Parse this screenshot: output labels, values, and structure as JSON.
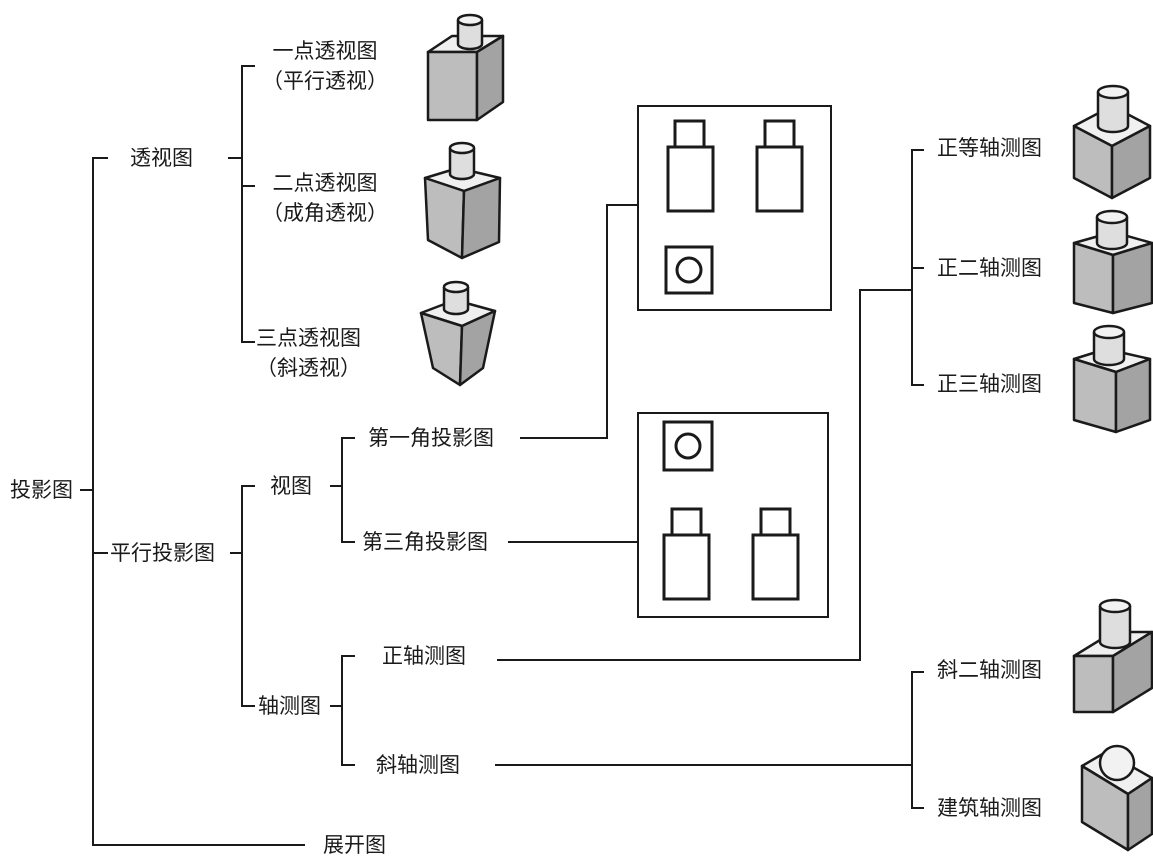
{
  "root": {
    "label": "投影图"
  },
  "perspective": {
    "label": "透视图",
    "items": [
      {
        "line1": "一点透视图",
        "line2": "（平行透视）"
      },
      {
        "line1": "二点透视图",
        "line2": "（成角透视）"
      },
      {
        "line1": "三点透视图",
        "line2": "（斜透视）"
      }
    ]
  },
  "parallel": {
    "label": "平行投影图",
    "views": {
      "label": "视图",
      "first_angle": "第一角投影图",
      "third_angle": "第三角投影图"
    },
    "axonometric": {
      "label": "轴测图",
      "orthographic": "正轴测图",
      "oblique": "斜轴测图"
    }
  },
  "ortho_types": [
    "正等轴测图",
    "正二轴测图",
    "正三轴测图"
  ],
  "oblique_types": [
    "斜二轴测图",
    "建筑轴测图"
  ],
  "unfold": {
    "label": "展开图"
  }
}
